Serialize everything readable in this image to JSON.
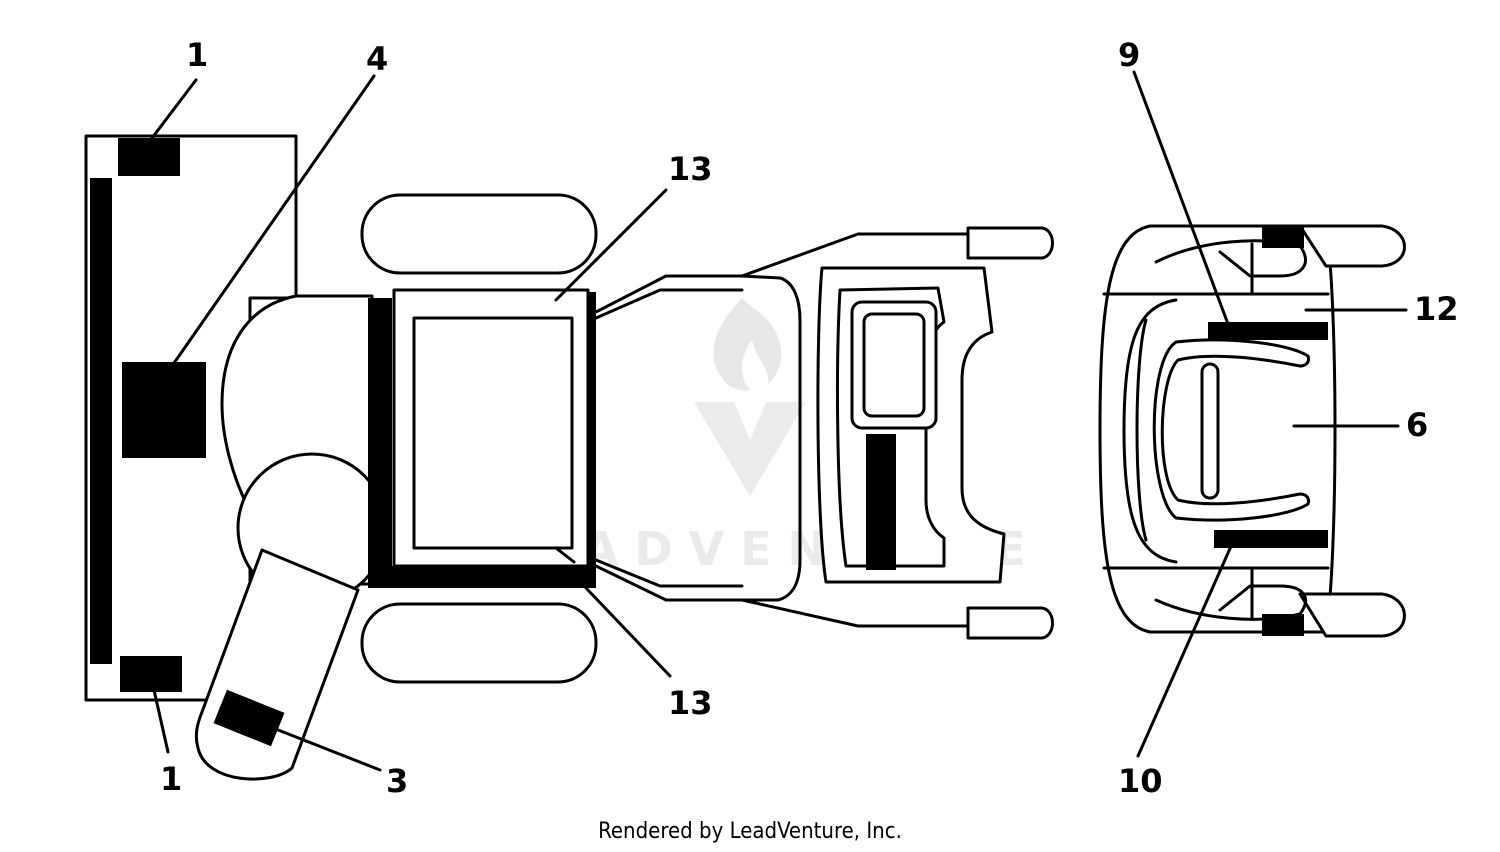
{
  "callouts": {
    "c1_top": "1",
    "c4": "4",
    "c13_top": "13",
    "c9": "9",
    "c12": "12",
    "c6": "6",
    "c1_bottom": "1",
    "c3": "3",
    "c13_bottom": "13",
    "c10": "10"
  },
  "watermark": {
    "text": "LEADVENTURE"
  },
  "credit": "Rendered by LeadVenture, Inc."
}
